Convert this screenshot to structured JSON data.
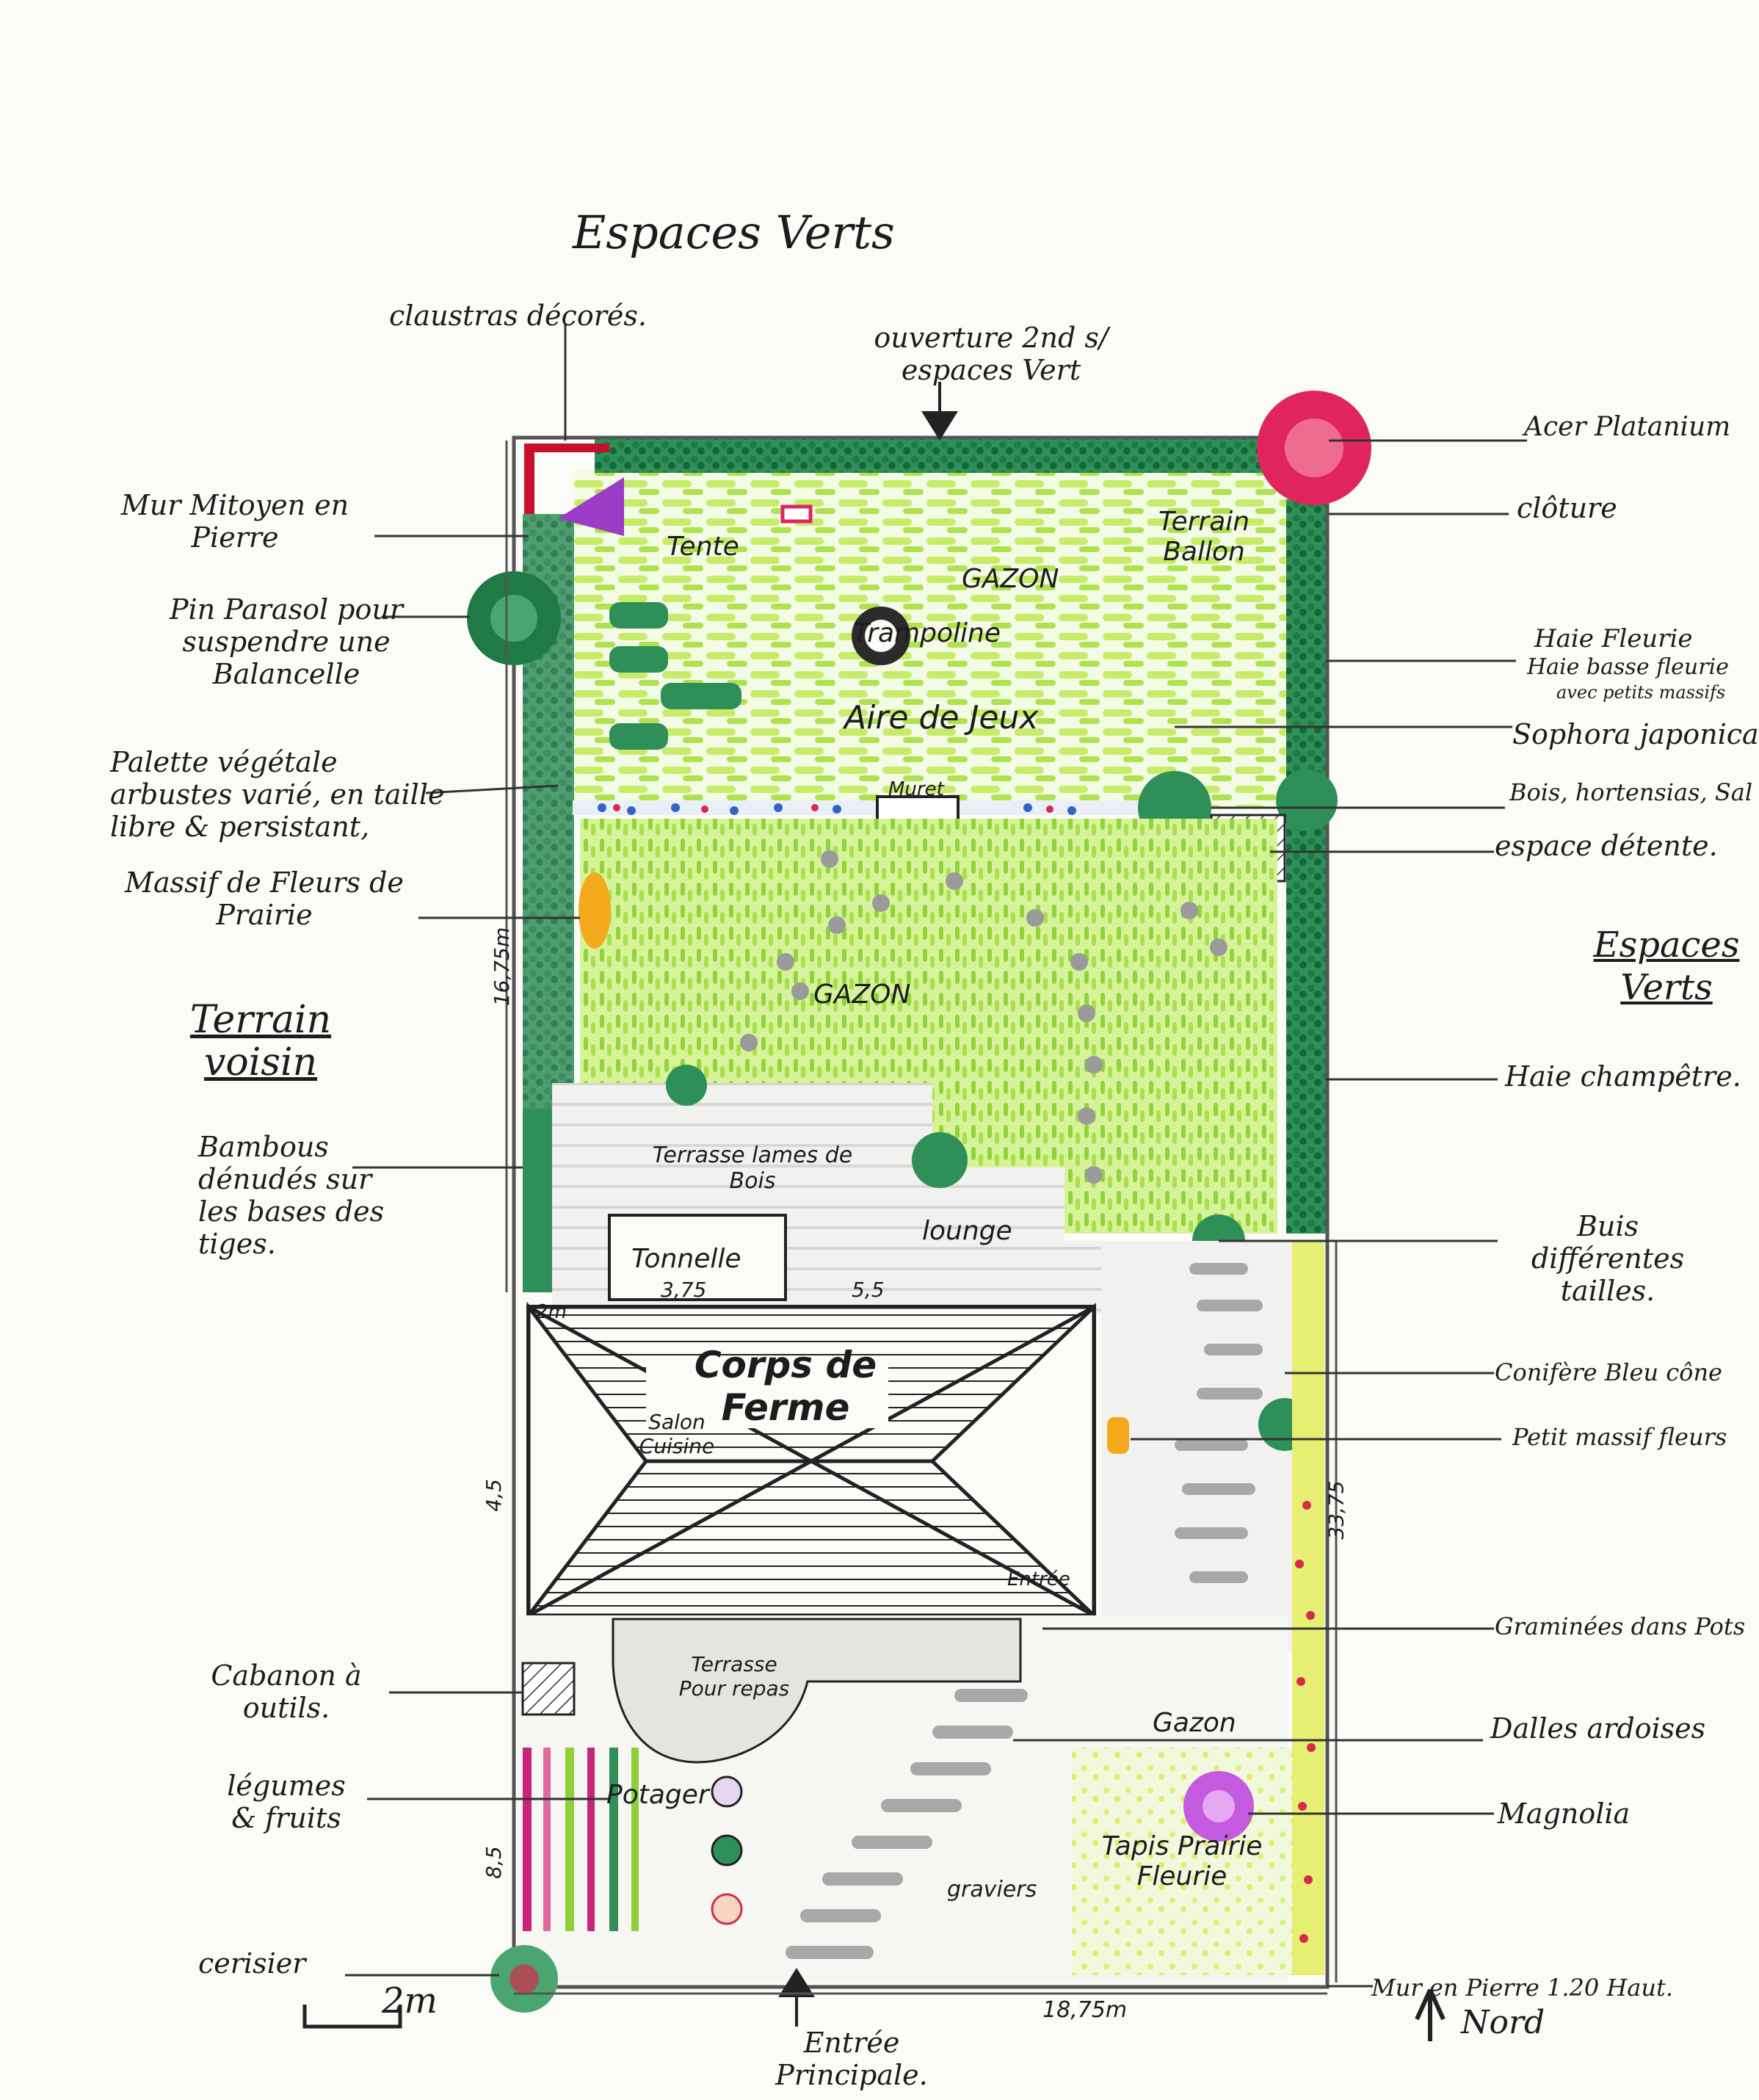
{
  "title": "Espaces Verts",
  "top_labels": {
    "claustras": "claustras décorés.",
    "ouverture": "ouverture 2nd s/ espaces Vert"
  },
  "left_labels": {
    "mur_mitoyen": "Mur Mitoyen en Pierre",
    "pin_parasol": "Pin Parasol pour suspendre une Balancelle",
    "palette": "Palette végétale arbustes varié, en taille libre & persistant,",
    "massif_prairie": "Massif de Fleurs de Prairie",
    "terrain_voisin": "Terrain voisin",
    "bambous": "Bambous dénudés sur les bases des tiges.",
    "cabanon": "Cabanon à outils.",
    "legumes": "légumes & fruits",
    "cerisier": "cerisier",
    "scale": "2m"
  },
  "right_labels": {
    "acer": "Acer Platanium",
    "cloture": "clôture",
    "haie_fleurie": "Haie Fleurie",
    "haie_basse": "Haie basse fleurie",
    "haie_basse_sub": "avec petits massifs",
    "sophora": "Sophora japonica.",
    "bois": "Bois, hortensias, Sal",
    "espace_detente": "espace détente.",
    "espaces_verts_2": "Espaces Verts",
    "haie_champetre": "Haie champêtre.",
    "buis": "Buis différentes tailles.",
    "conifere": "Conifère Bleu cône",
    "petit_massif": "Petit massif fleurs",
    "graminees": "Graminées dans Pots",
    "dalles": "Dalles ardoises",
    "magnolia": "Magnolia",
    "mur_pierre": "Mur en Pierre 1.20 Haut.",
    "nord": "Nord"
  },
  "bottom_labels": {
    "entree": "Entrée Principale."
  },
  "plan_labels": {
    "tente": "Tente",
    "terrain_ballon": "Terrain Ballon",
    "gazon_top": "GAZON",
    "trampoline": "Trampoline",
    "aire_jeux": "Aire de Jeux",
    "muret": "Muret",
    "gazon_mid": "GAZON",
    "terrasse_bois": "Terrasse lames de Bois",
    "lounge": "lounge",
    "tonnelle": "Tonnelle",
    "corps_ferme": "Corps de Ferme",
    "salon": "Salon Cuisine",
    "entree_maison": "Entrée",
    "terrasse_pots": "Terrasse Pour repas",
    "gazon_low": "Gazon",
    "potager": "Potager",
    "graviers": "graviers",
    "tapis": "Tapis Prairie Fleurie"
  },
  "dimensions": {
    "left_top": "16,75m",
    "left_mid": "4,5",
    "left_low": "8,5",
    "right": "33,75",
    "bottom": "18,75m",
    "house_w": "3,75",
    "house_x": "5,5",
    "house_gap": "2m"
  },
  "colors": {
    "lawn_light": "#c6ec6a",
    "lawn_mid": "#8fd43a",
    "hedge": "#1f7a45",
    "acer": "#e0245e",
    "tente": "#9a3cc8",
    "claustra": "#c8102e",
    "magnolia": "#c45adf",
    "gravel": "#a8a8a8"
  }
}
